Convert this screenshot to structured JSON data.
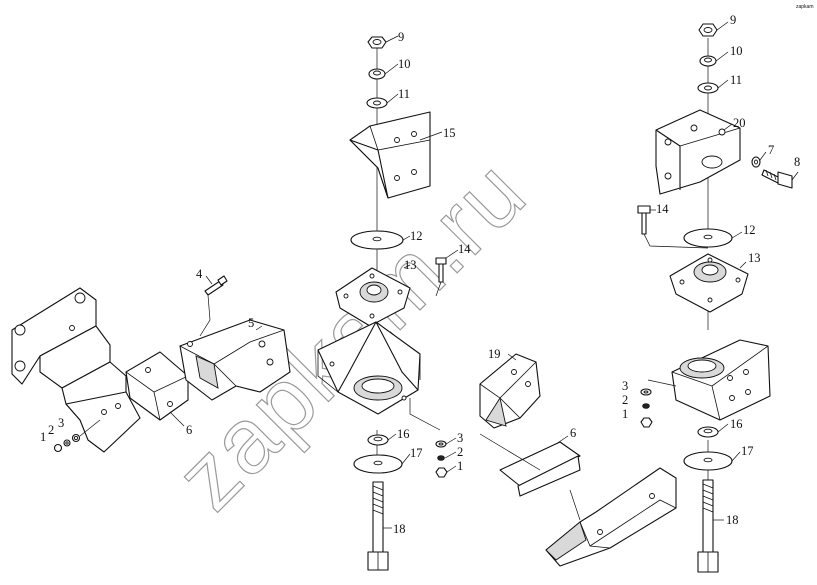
{
  "watermark": "zapkam.ru",
  "corner_mark": "zapkam",
  "callouts": {
    "c_left_1": "1",
    "c_left_2": "2",
    "c_left_3": "3",
    "c_left_4": "4",
    "c_left_5": "5",
    "c_left_6": "6",
    "c_mid_9": "9",
    "c_mid_10": "10",
    "c_mid_11": "11",
    "c_mid_15": "15",
    "c_mid_12": "12",
    "c_mid_14": "14",
    "c_mid_13": "13",
    "c_mid_16": "16",
    "c_mid_17": "17",
    "c_mid_18": "18",
    "c_mid_3": "3",
    "c_mid_2": "2",
    "c_mid_1": "1",
    "c_ctr_19": "19",
    "c_ctr_6": "6",
    "c_right_9": "9",
    "c_right_10": "10",
    "c_right_11": "11",
    "c_right_20": "20",
    "c_right_7": "7",
    "c_right_8": "8",
    "c_right_14": "14",
    "c_right_12": "12",
    "c_right_13": "13",
    "c_right_3": "3",
    "c_right_2": "2",
    "c_right_1": "1",
    "c_right_16": "16",
    "c_right_17": "17",
    "c_right_18": "18"
  }
}
